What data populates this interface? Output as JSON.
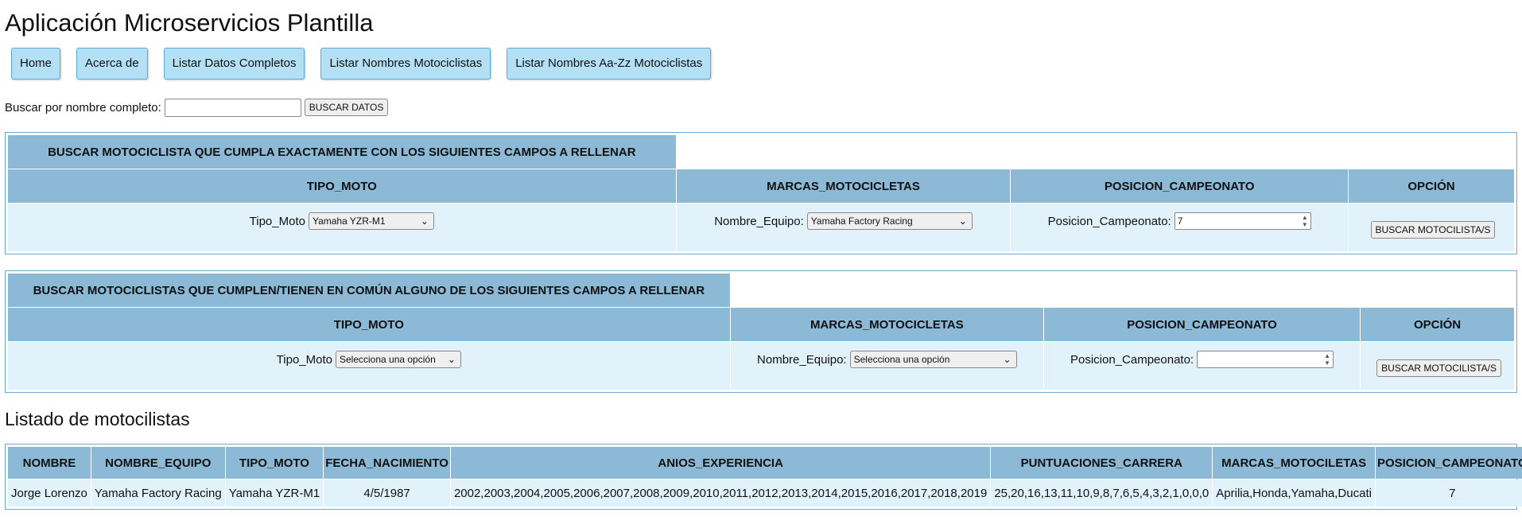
{
  "app": {
    "title": "Aplicación Microservicios Plantilla"
  },
  "nav": [
    {
      "label": "Home"
    },
    {
      "label": "Acerca de"
    },
    {
      "label": "Listar Datos Completos"
    },
    {
      "label": "Listar Nombres Motociclistas"
    },
    {
      "label": "Listar Nombres Aa-Zz Motociclistas"
    }
  ],
  "search": {
    "label": "Buscar por nombre completo:",
    "value": "",
    "button": "BUSCAR DATOS"
  },
  "exact_search": {
    "caption": "BUSCAR MOTOCICLISTA QUE CUMPLA EXACTAMENTE CON LOS SIGUIENTES CAMPOS A RELLENAR",
    "headers": [
      "TIPO_MOTO",
      "MARCAS_MOTOCICLETAS",
      "POSICION_CAMPEONATO",
      "OPCIÓN"
    ],
    "tipo_label": "Tipo_Moto",
    "tipo_value": "Yamaha YZR-M1",
    "equipo_label": "Nombre_Equipo:",
    "equipo_value": "Yamaha Factory Racing",
    "posicion_label": "Posicion_Campeonato:",
    "posicion_value": "7",
    "button": "BUSCAR MOTOCILISTA/S"
  },
  "any_search": {
    "caption": "BUSCAR MOTOCICLISTAS QUE CUMPLEN/TIENEN EN COMÚN ALGUNO DE LOS SIGUIENTES CAMPOS A RELLENAR",
    "headers": [
      "TIPO_MOTO",
      "MARCAS_MOTOCICLETAS",
      "POSICION_CAMPEONATO",
      "OPCIÓN"
    ],
    "tipo_label": "Tipo_Moto",
    "tipo_value": "Selecciona una opción",
    "equipo_label": "Nombre_Equipo:",
    "equipo_value": "Selecciona una opción",
    "posicion_label": "Posicion_Campeonato:",
    "posicion_value": "",
    "button": "BUSCAR MOTOCILISTA/S"
  },
  "listing": {
    "title": "Listado de motocilistas",
    "headers": [
      "NOMBRE",
      "NOMBRE_EQUIPO",
      "TIPO_MOTO",
      "FECHA_NACIMIENTO",
      "ANIOS_EXPERIENCIA",
      "PUNTUACIONES_CARRERA",
      "MARCAS_MOTOCILETAS",
      "POSICION_CAMPEONATO"
    ],
    "rows": [
      [
        "Jorge Lorenzo",
        "Yamaha Factory Racing",
        "Yamaha YZR-M1",
        "4/5/1987",
        "2002,2003,2004,2005,2006,2007,2008,2009,2010,2011,2012,2013,2014,2015,2016,2017,2018,2019",
        "25,20,16,13,11,10,9,8,7,6,5,4,3,2,1,0,0,0",
        "Aprilia,Honda,Yamaha,Ducati",
        "7"
      ]
    ]
  }
}
